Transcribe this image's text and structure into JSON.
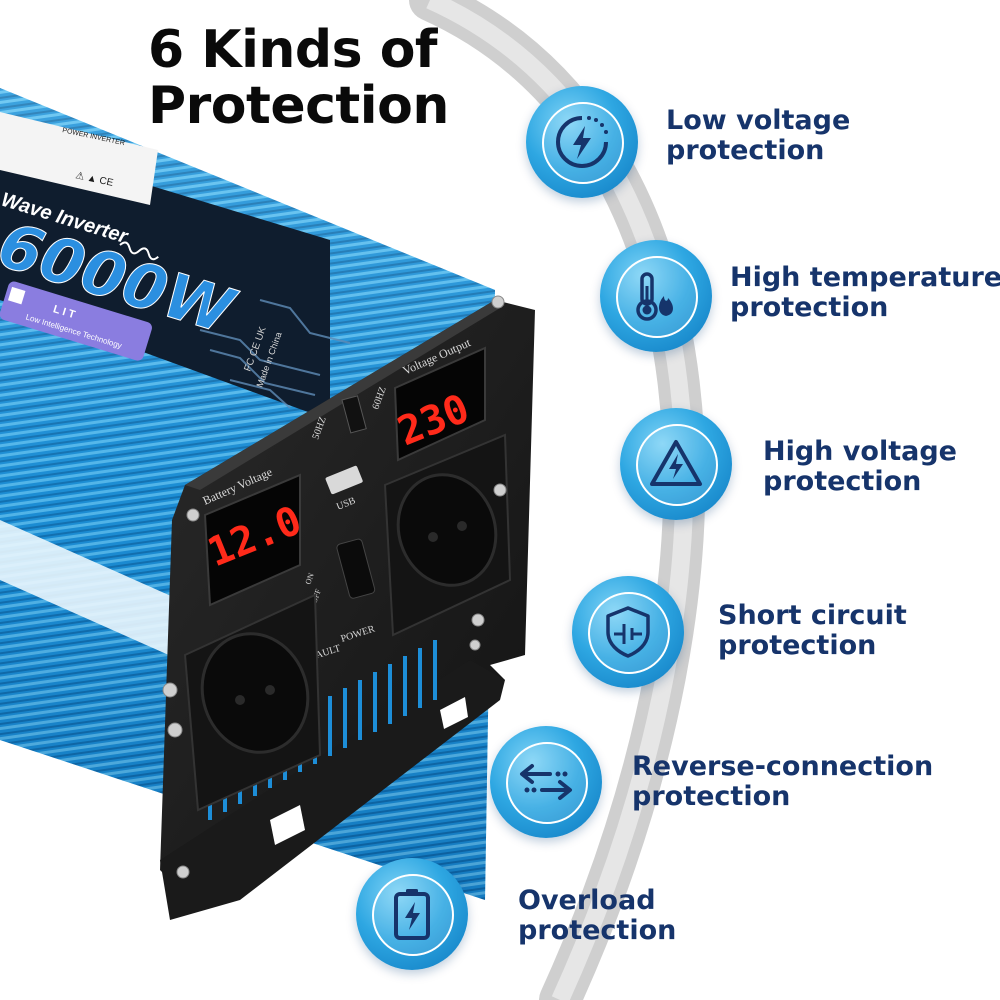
{
  "headline": {
    "line1": "6 Kinds of",
    "line2": "Protection"
  },
  "features": [
    {
      "id": "low-voltage",
      "line1": "Low voltage",
      "line2": "protection",
      "icon": "lightning-dotted-ring-icon"
    },
    {
      "id": "high-temperature",
      "line1": "High temperature",
      "line2": "protection",
      "icon": "thermometer-flame-icon"
    },
    {
      "id": "high-voltage",
      "line1": "High voltage",
      "line2": "protection",
      "icon": "high-voltage-warning-icon"
    },
    {
      "id": "short-circuit",
      "line1": "Short circuit",
      "line2": "protection",
      "icon": "shield-circuit-icon"
    },
    {
      "id": "reverse-connection",
      "line1": "Reverse-connection",
      "line2": "protection",
      "icon": "reverse-arrows-icon"
    },
    {
      "id": "overload",
      "line1": "Overload",
      "line2": "protection",
      "icon": "battery-bolt-icon"
    }
  ],
  "product": {
    "rating_label": "6000W",
    "side_title": "Wave Inverter",
    "sticker_title": "POWER INVERTER",
    "badge_brand": "L I T",
    "badge_tagline": "Low Intelligence Technology",
    "made_in": "Made in China",
    "battery_voltage_label": "Battery Voltage",
    "battery_voltage_value": "12.0",
    "voltage_output_label": "Voltage Output",
    "voltage_output_value": "230",
    "usb_label": "USB",
    "freq_50": "50HZ",
    "freq_60": "60HZ",
    "fault_label": "FAULT",
    "power_label": "POWER",
    "on_label": "ON",
    "off_label": "OFF"
  },
  "colors": {
    "brand_blue": "#1e8fd6",
    "text_navy": "#16346b",
    "display_red": "#ff2a1a",
    "arc_gray": "#c9c9c9"
  }
}
